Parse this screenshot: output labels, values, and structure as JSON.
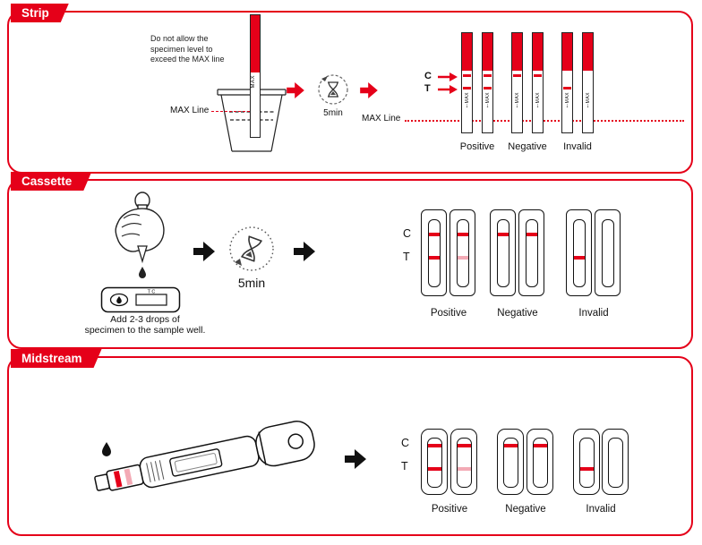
{
  "colors": {
    "accent_red": "#e50019",
    "strong_line": "#e50019",
    "faint_line": "#f3aab5"
  },
  "glyphs": {
    "max_arrow": "↓"
  },
  "strip": {
    "tab": "Strip",
    "instruction": "Do not allow the specimen level to exceed the MAX line",
    "max_line_callout": "MAX Line",
    "strip_max_text": "MAX",
    "timer": "5min",
    "c_label": "C",
    "t_label": "T",
    "results_max_line_label": "MAX Line",
    "result_groups": [
      {
        "label": "Positive"
      },
      {
        "label": "Negative"
      },
      {
        "label": "Invalid"
      }
    ],
    "devices": [
      {
        "result": "positive",
        "lines": [
          {
            "pos": "C",
            "tone": "strong"
          },
          {
            "pos": "T",
            "tone": "strong"
          }
        ]
      },
      {
        "result": "positive",
        "lines": [
          {
            "pos": "C",
            "tone": "strong"
          },
          {
            "pos": "T",
            "tone": "strong"
          }
        ]
      },
      {
        "result": "negative",
        "lines": [
          {
            "pos": "C",
            "tone": "strong"
          }
        ]
      },
      {
        "result": "negative",
        "lines": [
          {
            "pos": "C",
            "tone": "strong"
          }
        ]
      },
      {
        "result": "invalid",
        "lines": [
          {
            "pos": "T",
            "tone": "strong"
          }
        ]
      },
      {
        "result": "invalid",
        "lines": []
      }
    ]
  },
  "cassette": {
    "tab": "Cassette",
    "caption_line1": "Add 2-3 drops of",
    "caption_line2": "specimen to the sample well.",
    "top_view_marks": "T C",
    "timer": "5min",
    "c_label": "C",
    "t_label": "T",
    "result_groups": [
      {
        "label": "Positive"
      },
      {
        "label": "Negative"
      },
      {
        "label": "Invalid"
      }
    ],
    "devices": [
      {
        "result": "positive",
        "lines": [
          {
            "pos": "C",
            "tone": "strong"
          },
          {
            "pos": "T",
            "tone": "strong"
          }
        ]
      },
      {
        "result": "positive",
        "lines": [
          {
            "pos": "C",
            "tone": "strong"
          },
          {
            "pos": "T",
            "tone": "faint"
          }
        ]
      },
      {
        "result": "negative",
        "lines": [
          {
            "pos": "C",
            "tone": "strong"
          }
        ]
      },
      {
        "result": "negative",
        "lines": [
          {
            "pos": "C",
            "tone": "strong"
          }
        ]
      },
      {
        "result": "invalid",
        "lines": [
          {
            "pos": "T",
            "tone": "strong"
          }
        ]
      },
      {
        "result": "invalid",
        "lines": []
      }
    ]
  },
  "midstream": {
    "tab": "Midstream",
    "c_label": "C",
    "t_label": "T",
    "result_groups": [
      {
        "label": "Positive"
      },
      {
        "label": "Negative"
      },
      {
        "label": "Invalid"
      }
    ],
    "devices": [
      {
        "result": "positive",
        "lines": [
          {
            "pos": "C",
            "tone": "strong"
          },
          {
            "pos": "T",
            "tone": "strong"
          }
        ]
      },
      {
        "result": "positive",
        "lines": [
          {
            "pos": "C",
            "tone": "strong"
          },
          {
            "pos": "T",
            "tone": "faint"
          }
        ]
      },
      {
        "result": "negative",
        "lines": [
          {
            "pos": "C",
            "tone": "strong"
          }
        ]
      },
      {
        "result": "negative",
        "lines": [
          {
            "pos": "C",
            "tone": "strong"
          }
        ]
      },
      {
        "result": "invalid",
        "lines": [
          {
            "pos": "T",
            "tone": "strong"
          }
        ]
      },
      {
        "result": "invalid",
        "lines": []
      }
    ]
  }
}
